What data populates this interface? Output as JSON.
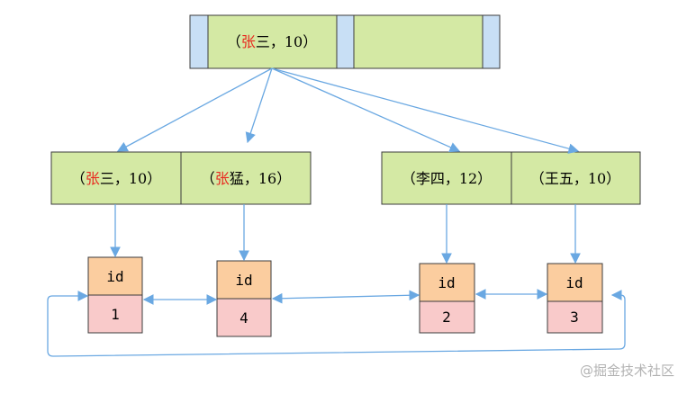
{
  "root_node": {
    "key": {
      "open": "（",
      "surname": "张",
      "rest": "三，10）"
    }
  },
  "internal_nodes": [
    {
      "key": {
        "open": "（",
        "surname": "张",
        "rest": "三，10）"
      }
    },
    {
      "key": {
        "open": "（",
        "surname": "张",
        "rest": "猛，16）"
      }
    },
    {
      "key": {
        "open": "（",
        "surname": "",
        "rest": "李四，12）"
      }
    },
    {
      "key": {
        "open": "（",
        "surname": "",
        "rest": "王五，10）"
      }
    }
  ],
  "leaf_records": [
    {
      "header": "id",
      "value": "1"
    },
    {
      "header": "id",
      "value": "4"
    },
    {
      "header": "id",
      "value": "2"
    },
    {
      "header": "id",
      "value": "3"
    }
  ],
  "watermark": "@掘金技术社区",
  "colors": {
    "node_fill": "#d4e9a4",
    "node_border": "#3c3c3c",
    "pointer_fill": "#c8dff5",
    "leaf_header_fill": "#fbcd9f",
    "leaf_value_fill": "#f9caca",
    "arrow": "#6aa8e2",
    "highlight_text": "#e8281e"
  }
}
